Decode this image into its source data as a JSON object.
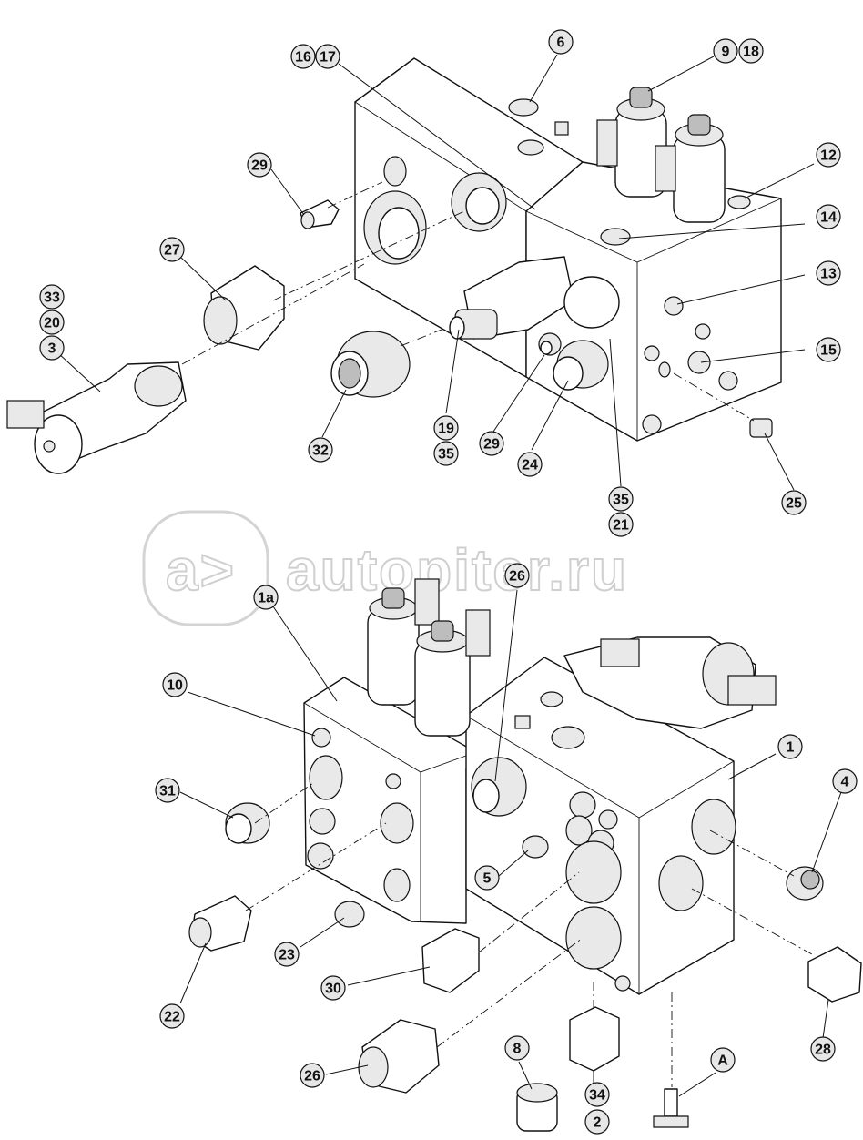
{
  "watermark": {
    "text": "autopiter.ru"
  },
  "callouts": [
    {
      "id": "c-16",
      "label": "16"
    },
    {
      "id": "c-17",
      "label": "17"
    },
    {
      "id": "c-6",
      "label": "6"
    },
    {
      "id": "c-9",
      "label": "9"
    },
    {
      "id": "c-18",
      "label": "18"
    },
    {
      "id": "c-12",
      "label": "12"
    },
    {
      "id": "c-14",
      "label": "14"
    },
    {
      "id": "c-13",
      "label": "13"
    },
    {
      "id": "c-15",
      "label": "15"
    },
    {
      "id": "c-25",
      "label": "25"
    },
    {
      "id": "c-29a",
      "label": "29"
    },
    {
      "id": "c-27",
      "label": "27"
    },
    {
      "id": "c-33",
      "label": "33"
    },
    {
      "id": "c-20",
      "label": "20"
    },
    {
      "id": "c-3",
      "label": "3"
    },
    {
      "id": "c-32",
      "label": "32"
    },
    {
      "id": "c-19",
      "label": "19"
    },
    {
      "id": "c-35a",
      "label": "35"
    },
    {
      "id": "c-29b",
      "label": "29"
    },
    {
      "id": "c-24",
      "label": "24"
    },
    {
      "id": "c-35b",
      "label": "35"
    },
    {
      "id": "c-21",
      "label": "21"
    },
    {
      "id": "c-26a",
      "label": "26"
    },
    {
      "id": "c-1a",
      "label": "1a"
    },
    {
      "id": "c-10",
      "label": "10"
    },
    {
      "id": "c-1",
      "label": "1"
    },
    {
      "id": "c-4",
      "label": "4"
    },
    {
      "id": "c-31",
      "label": "31"
    },
    {
      "id": "c-5",
      "label": "5"
    },
    {
      "id": "c-23",
      "label": "23"
    },
    {
      "id": "c-22",
      "label": "22"
    },
    {
      "id": "c-30",
      "label": "30"
    },
    {
      "id": "c-28",
      "label": "28"
    },
    {
      "id": "c-26b",
      "label": "26"
    },
    {
      "id": "c-8",
      "label": "8"
    },
    {
      "id": "c-34",
      "label": "34"
    },
    {
      "id": "c-2",
      "label": "2"
    },
    {
      "id": "c-A",
      "label": "A"
    }
  ]
}
